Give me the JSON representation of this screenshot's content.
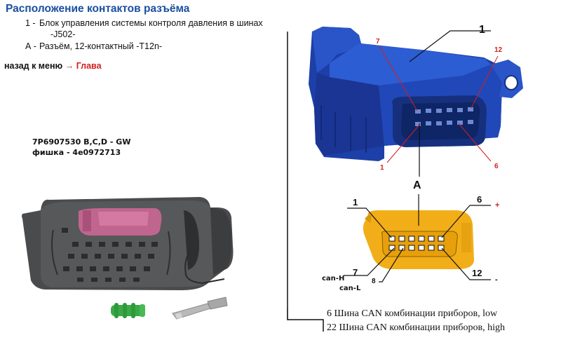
{
  "header": {
    "title": "Расположение контактов разъёма"
  },
  "legend": [
    {
      "key": "1 -",
      "text": "Блок управления системы контроля давления в шинах",
      "cont": "-J502-"
    },
    {
      "key": "А -",
      "text": "Разъём, 12-контактный -T12n-"
    }
  ],
  "nav": {
    "back": "назад к меню",
    "arrow": "→",
    "link": "Глава"
  },
  "part_info": {
    "line1": "7P6907530 B,C,D - GW",
    "line2": "фишка - 4e0972713"
  },
  "module_labels": {
    "main": "1",
    "pin7": "7",
    "pin12": "12",
    "pin1": "1",
    "pin6": "6"
  },
  "connector_labels": {
    "name": "A",
    "pin1": "1",
    "pin6": "6",
    "pin7": "7",
    "pin8": "8",
    "pin12": "12",
    "plus": "+",
    "minus": "-",
    "can_h": "can-H",
    "can_l": "can-L"
  },
  "pin_notes": [
    "6 Шина CAN комбинации приборов, low",
    "22 Шина CAN комбинации приборов, high"
  ],
  "colors": {
    "title": "#1a4fa0",
    "accent_red": "#d21f1f",
    "module_blue": "#1d3fa8",
    "connector_orange": "#f2ae18",
    "housing_dark": "#4a4b4d",
    "latch_pink": "#c0668e"
  }
}
